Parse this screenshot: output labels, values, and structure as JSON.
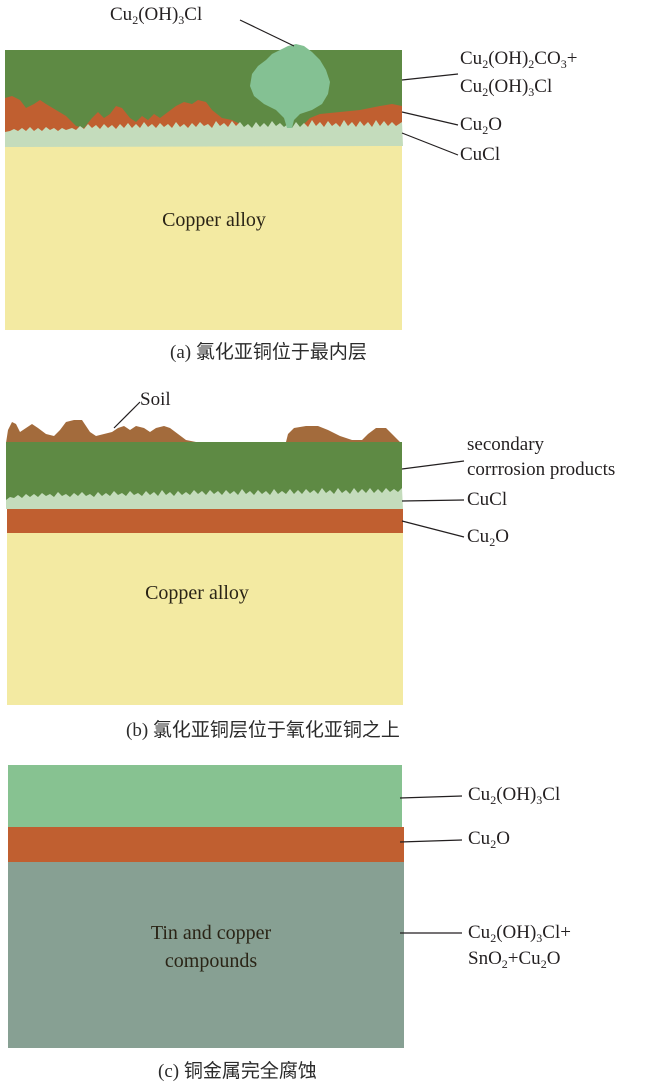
{
  "figure": {
    "panels": [
      {
        "id": "a",
        "caption": "(a) 氯化亚铜位于最内层",
        "substrate_label": "Copper alloy",
        "colors": {
          "outer_layer": "#5e8a44",
          "cu2o": "#c05f30",
          "cucl": "#c4dcbc",
          "substrate": "#f3eaa2",
          "atacamite_blob": "#84c193"
        },
        "labels": {
          "top": {
            "prefix": "Cu",
            "s1": "2",
            "mid": "(OH)",
            "s2": "3",
            "suffix": "Cl"
          },
          "outer_line1": {
            "a": "Cu",
            "s1": "2",
            "b": "(OH)",
            "s2": "2",
            "c": "CO",
            "s3": "3",
            "d": "+"
          },
          "outer_line2": {
            "a": "Cu",
            "s1": "2",
            "b": "(OH)",
            "s2": "3",
            "c": "Cl"
          },
          "cu2o": {
            "a": "Cu",
            "s1": "2",
            "b": "O"
          },
          "cucl": "CuCl"
        }
      },
      {
        "id": "b",
        "caption": "(b) 氯化亚铜层位于氧化亚铜之上",
        "substrate_label": "Copper alloy",
        "colors": {
          "soil": "#a36b3c",
          "outer_layer": "#5e8a44",
          "cucl": "#c4dcbc",
          "cu2o": "#c05f30",
          "substrate": "#f3eaa2"
        },
        "labels": {
          "soil": "Soil",
          "secondary_line1": "secondary",
          "secondary_line2": "corrrosion products",
          "cucl": "CuCl",
          "cu2o": {
            "a": "Cu",
            "s1": "2",
            "b": "O"
          }
        }
      },
      {
        "id": "c",
        "caption": "(c) 铜金属完全腐蚀",
        "inner_label_line1": "Tin and copper",
        "inner_label_line2": "compounds",
        "colors": {
          "top_layer": "#87c291",
          "cu2o": "#c05f30",
          "core": "#87a093"
        },
        "labels": {
          "top": {
            "a": "Cu",
            "s1": "2",
            "b": "(OH)",
            "s2": "3",
            "c": "Cl"
          },
          "cu2o": {
            "a": "Cu",
            "s1": "2",
            "b": "O"
          },
          "core_line1": {
            "a": "Cu",
            "s1": "2",
            "b": "(OH)",
            "s2": "3",
            "c": "Cl+"
          },
          "core_line2": {
            "a": "SnO",
            "s1": "2",
            "b": "+Cu",
            "s2": "2",
            "c": "O"
          }
        }
      }
    ]
  }
}
